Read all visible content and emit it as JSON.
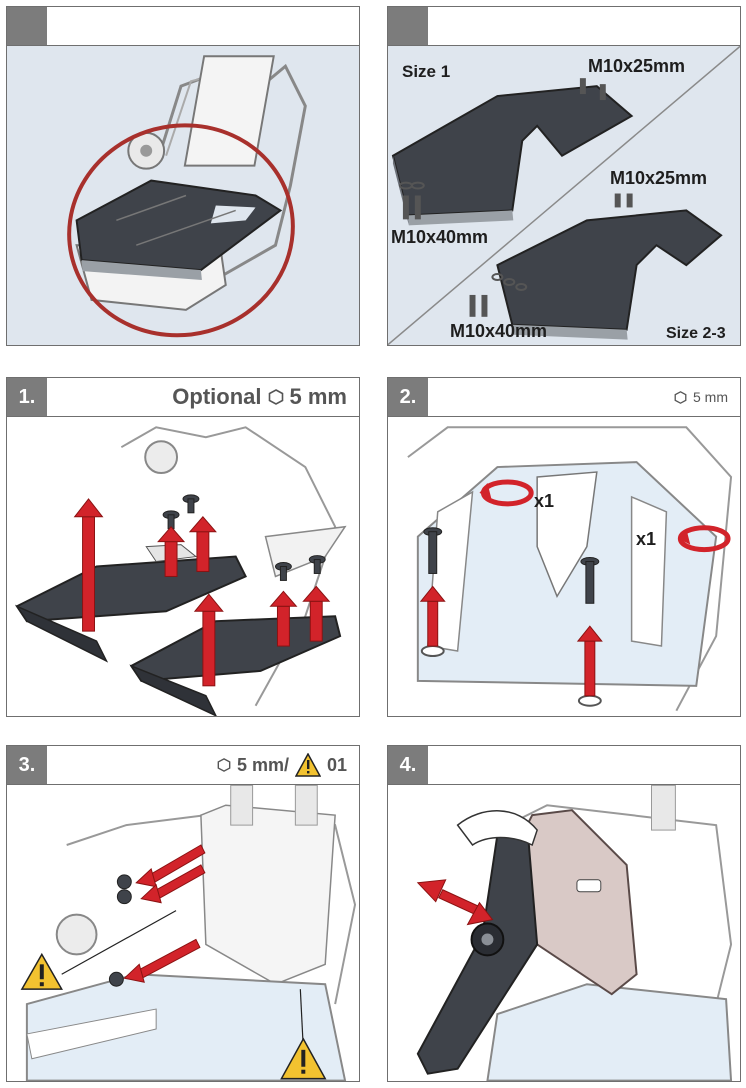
{
  "panels": {
    "overview": {
      "badge": ""
    },
    "sizes": {
      "badge": "",
      "size1_label": "Size 1",
      "size1_top_screw": "M10x25mm",
      "size1_bottom_screw": "M10x40mm",
      "size23_top_screw": "M10x25mm",
      "size23_bottom_screw": "M10x40mm",
      "size23_label": "Size 2-3"
    },
    "step1": {
      "badge": "1.",
      "header_text": "Optional",
      "header_size": "5 mm",
      "icon": "hex-key-icon"
    },
    "step2": {
      "badge": "2.",
      "header_size": "5 mm",
      "left_count": "x1",
      "right_count": "x1",
      "icon": "hex-key-icon"
    },
    "step3": {
      "badge": "3.",
      "header_size": "5 mm/",
      "header_ref": "01",
      "icon": "hex-key-icon",
      "warning_icon": "warning-icon"
    },
    "step4": {
      "badge": "4."
    }
  },
  "colors": {
    "accent_red": "#d2232a",
    "circle_red": "#a8302c",
    "badge_gray": "#7c7c7c",
    "plate_dark": "#3f434a",
    "warning_yellow": "#f2c230"
  }
}
